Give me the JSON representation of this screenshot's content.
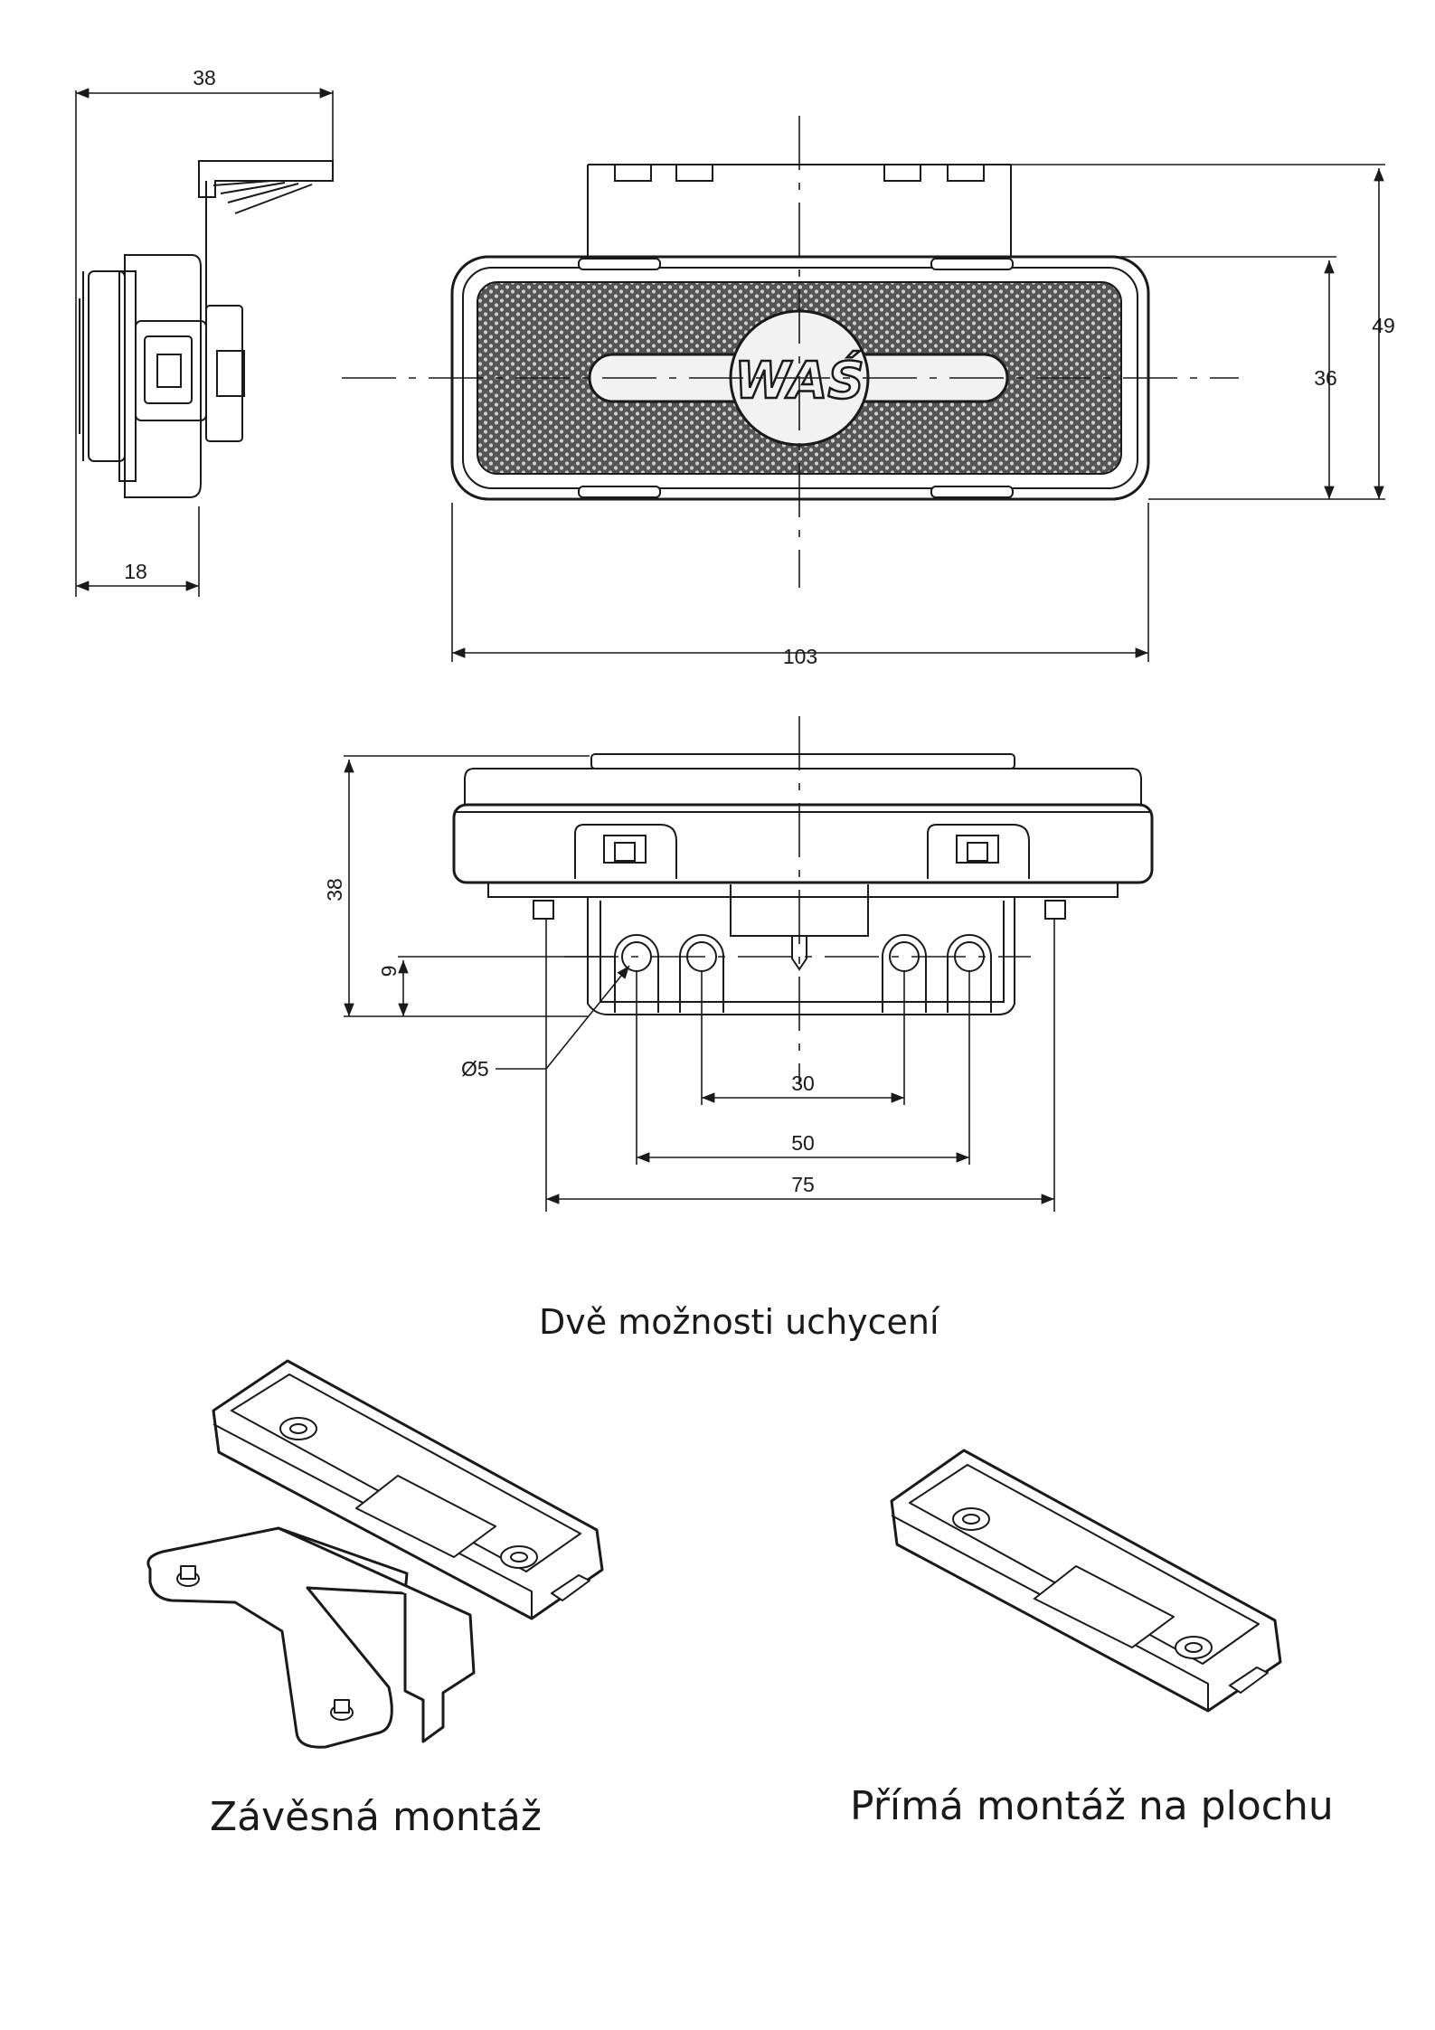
{
  "drawing": {
    "side_view": {
      "width_top": "38",
      "depth_bottom": "18"
    },
    "front_view": {
      "width": "103",
      "height_lens": "36",
      "height_total": "49",
      "logo": "WAŚ"
    },
    "bottom_view": {
      "height": "38",
      "slot_offset": "9",
      "hole_diameter": "Ø5",
      "spacing_inner": "30",
      "spacing_middle": "50",
      "spacing_outer": "75"
    }
  },
  "captions": {
    "mounting_options": "Dvě možnosti uchycení",
    "hanging_mount": "Závěsná montáž",
    "surface_mount": "Přímá montáž na plochu"
  },
  "colors": {
    "line": "#1a1a1a",
    "lens": "#444444",
    "background": "#ffffff"
  }
}
